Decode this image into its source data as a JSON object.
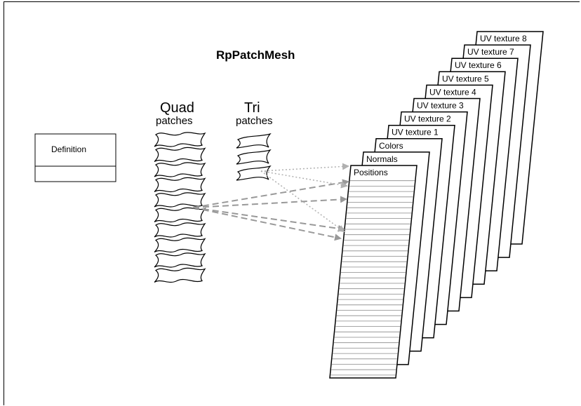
{
  "title": "RpPatchMesh",
  "definition_box": {
    "label": "Definition"
  },
  "quad": {
    "heading": "Quad",
    "subheading": "patches"
  },
  "tri": {
    "heading": "Tri",
    "subheading": "patches"
  },
  "layers": [
    "UV texture 8",
    "UV texture 7",
    "UV texture 6",
    "UV texture 5",
    "UV texture 4",
    "UV texture 3",
    "UV texture 2",
    "UV texture 1",
    "Colors",
    "Normals",
    "Positions"
  ],
  "colors": {
    "line": "#000000",
    "arrow_dashed": "#999999",
    "arrow_dotted": "#aaaaaa",
    "row_lines": "#888888"
  }
}
